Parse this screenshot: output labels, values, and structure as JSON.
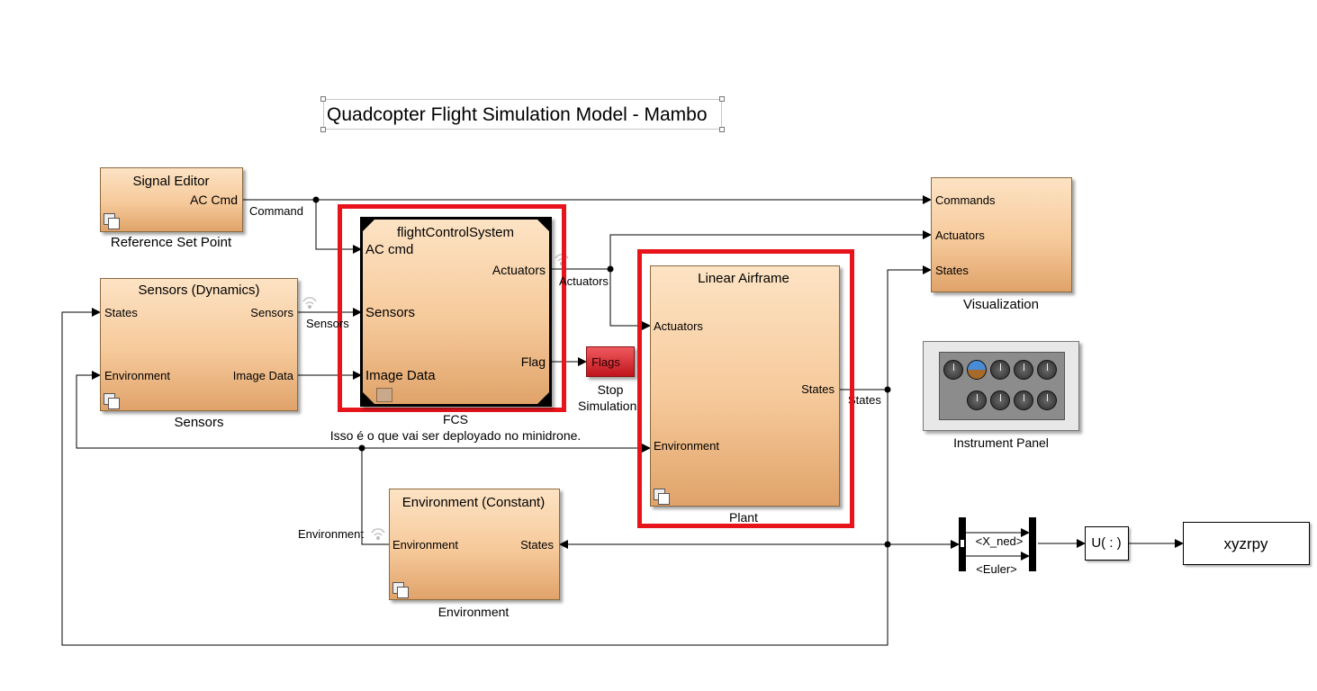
{
  "title": "Quadcopter Flight Simulation Model - Mambo",
  "blocks": {
    "signal_editor": {
      "header": "Signal Editor",
      "out": "AC Cmd",
      "caption": "Reference Set Point"
    },
    "sensors": {
      "header": "Sensors (Dynamics)",
      "in1": "States",
      "in2": "Environment",
      "out1": "Sensors",
      "out2": "Image Data",
      "caption": "Sensors"
    },
    "fcs": {
      "header": "flightControlSystem",
      "in1": "AC cmd",
      "in2": "Sensors",
      "in3": "Image Data",
      "out1": "Actuators",
      "out2": "Flag",
      "caption": "FCS",
      "annotation": "Isso é o que vai ser deployado no minidrone."
    },
    "flags": {
      "label": "Flags",
      "caption_line1": "Stop",
      "caption_line2": "Simulation"
    },
    "plant": {
      "header": "Linear Airframe",
      "in1": "Actuators",
      "in2": "Environment",
      "out": "States",
      "caption": "Plant"
    },
    "visualization": {
      "in1": "Commands",
      "in2": "Actuators",
      "in3": "States",
      "caption": "Visualization"
    },
    "instrument_panel": {
      "caption": "Instrument Panel"
    },
    "environment": {
      "header": "Environment (Constant)",
      "in": "Environment",
      "out": "States",
      "caption": "Environment"
    },
    "selector": {
      "top": "<X_ned>",
      "bottom": "<Euler>"
    },
    "reshape": {
      "label": "U( : )"
    },
    "workspace": {
      "label": "xyzrpy"
    }
  },
  "signals": {
    "command": "Command",
    "sensors": "Sensors",
    "actuators": "Actuators",
    "states": "States",
    "environment": "Environment"
  },
  "colors": {
    "highlight": "#e8141c",
    "block_top": "#fde3c4",
    "block_bottom": "#e0a36a",
    "flags_red": "#d8232a",
    "line": "#000000"
  }
}
